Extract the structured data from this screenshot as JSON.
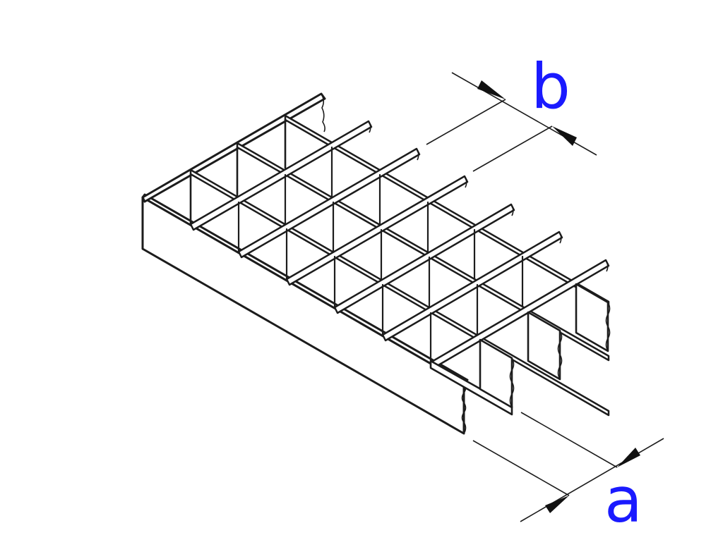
{
  "figure": {
    "subject": "grating",
    "dimension_labels": {
      "a": "a",
      "b": "b"
    },
    "colors": {
      "ink": "#1c1c1c",
      "label": "#1a1aff",
      "background": "#ffffff"
    }
  }
}
